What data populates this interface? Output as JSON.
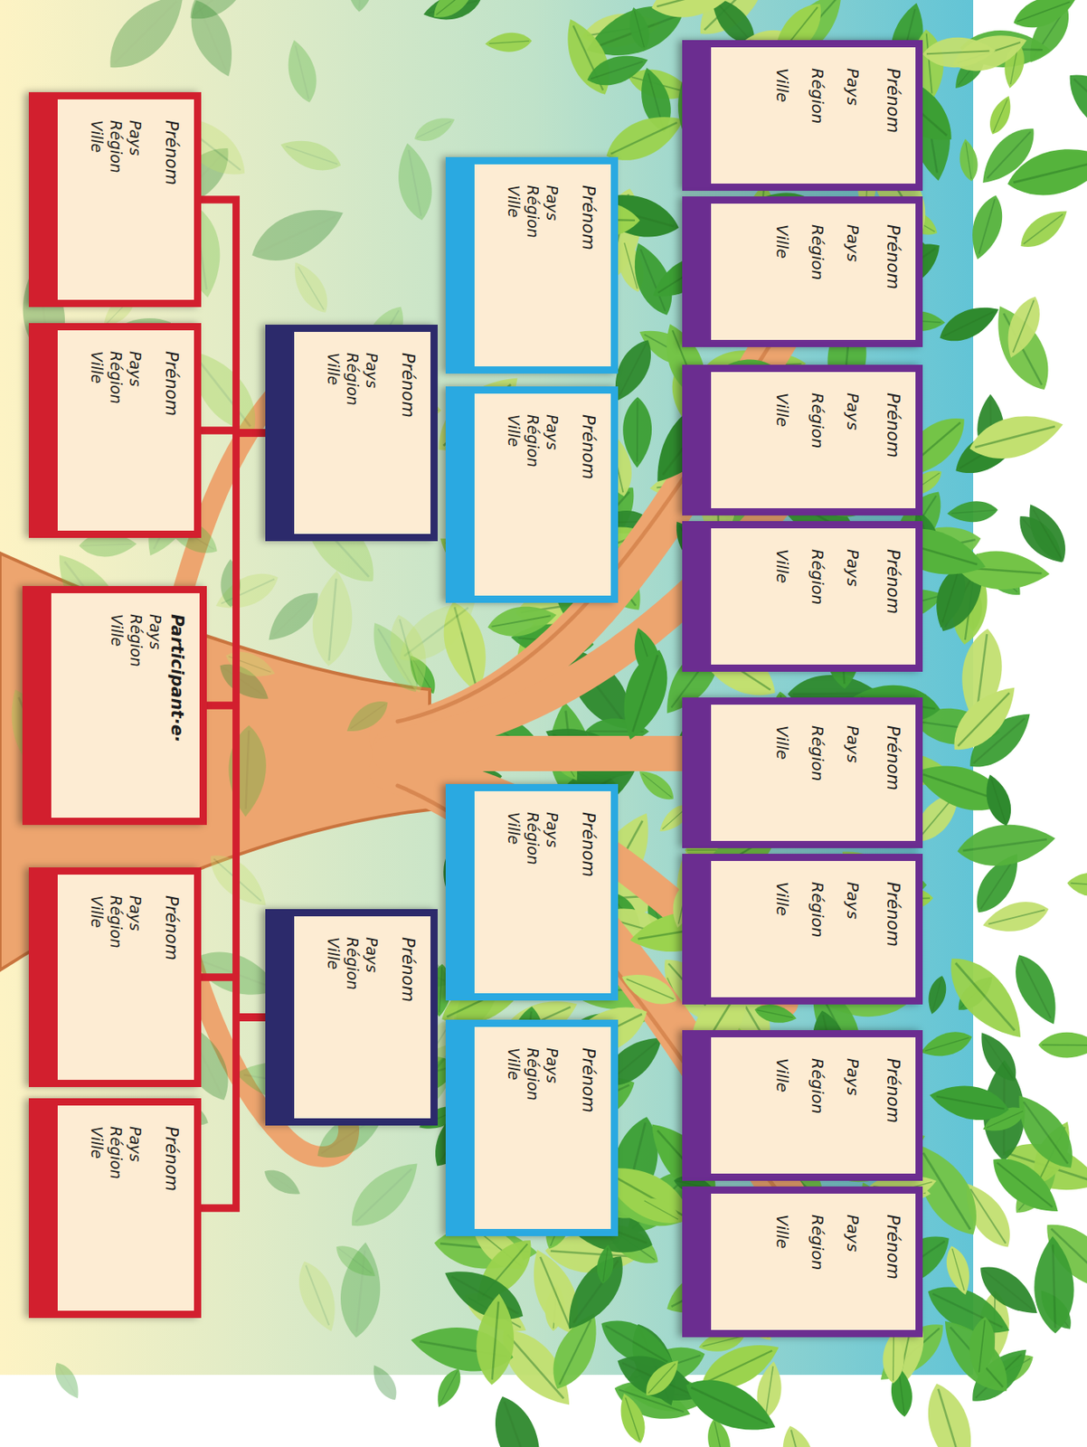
{
  "diagram": {
    "nodes": [
      {
        "text": [
          "Prénom",
          "Pays",
          "Région",
          "Ville"
        ]
      },
      {
        "text": [
          "Prénom",
          "Pays",
          "Région",
          "Ville"
        ]
      },
      {
        "text": [
          "Prénom",
          "Pays",
          "Région",
          "Ville"
        ]
      },
      {
        "text": [
          "Prénom",
          "Pays",
          "Région",
          "Ville"
        ]
      },
      {
        "text": [
          "Prénom",
          "Pays",
          "Région",
          "Ville"
        ]
      },
      {
        "text": [
          "Prénom",
          "Pays",
          "Région",
          "Ville"
        ]
      },
      {
        "text": [
          "Prénom",
          "Pays",
          "Région",
          "Ville"
        ]
      },
      {
        "text": [
          "Prénom",
          "Pays",
          "Région",
          "Ville"
        ]
      },
      {
        "text": [
          "Prénom",
          "Pays",
          "Région",
          "Ville"
        ]
      },
      {
        "text": [
          "Prénom",
          "Pays",
          "Région",
          "Ville"
        ]
      },
      {
        "text": [
          "Prénom",
          "Pays",
          "Région",
          "Ville"
        ]
      },
      {
        "text": [
          "Prénom",
          "Pays",
          "Région",
          "Ville"
        ]
      },
      {
        "text": [
          "Prénom",
          "Pays",
          "Région",
          "Ville"
        ]
      },
      {
        "text": [
          "Prénom",
          "Pays",
          "Région",
          "Ville"
        ]
      },
      {
        "text": [
          "Prénom",
          "Pays",
          "Région",
          "Ville"
        ]
      },
      {
        "text": [
          "Prénom",
          "Pays",
          "Région",
          "Ville"
        ]
      },
      {
        "text": [
          "Participant·e·",
          "Pays",
          "Région",
          "Ville"
        ]
      },
      {
        "text": [
          "Prénom",
          "Pays",
          "Région",
          "Ville"
        ]
      },
      {
        "text": [
          "Prénom",
          "Pays",
          "Région",
          "Ville"
        ]
      }
    ],
    "edges": [
      {
        "from": 12,
        "to": 14,
        "arrow": "none"
      },
      {
        "from": 12,
        "to": 15,
        "arrow": "none"
      },
      {
        "from": 12,
        "to": 16,
        "arrow": "none"
      },
      {
        "from": 12,
        "to": 17,
        "arrow": "none"
      },
      {
        "from": 12,
        "to": 18,
        "arrow": "none"
      },
      {
        "from": 13,
        "to": 14,
        "arrow": "none"
      },
      {
        "from": 13,
        "to": 15,
        "arrow": "none"
      },
      {
        "from": 13,
        "to": 16,
        "arrow": "none"
      },
      {
        "from": 13,
        "to": 17,
        "arrow": "none"
      },
      {
        "from": 13,
        "to": 18,
        "arrow": "none"
      }
    ]
  }
}
